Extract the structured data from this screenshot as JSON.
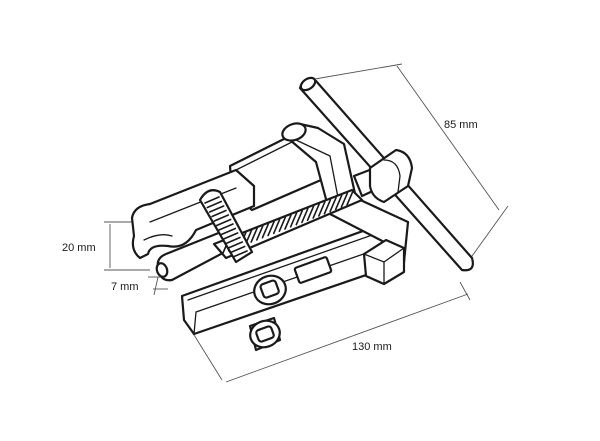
{
  "dimensions": {
    "height": "85 mm",
    "length": "130 mm",
    "jaw_opening": "20 mm",
    "jaw_tip": "7 mm"
  },
  "colors": {
    "line": "#1a1a1a",
    "dimension_line": "#555555",
    "background": "#ffffff"
  }
}
